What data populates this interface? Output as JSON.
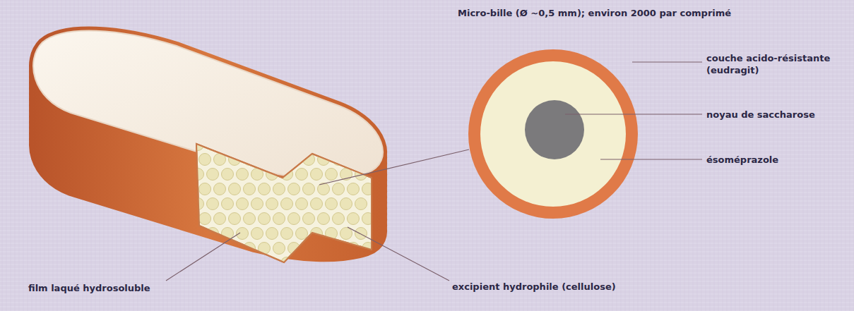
{
  "diagram": {
    "labels": [
      "Micro-bille (Ø ~0,5 mm); environ 2000 par comprimé",
      "couche acido-résistante (eudragit)",
      "noyau de saccharose",
      "ésoméprazole",
      "film laqué hydrosoluble",
      "excipient hydrophile (cellulose)"
    ]
  }
}
